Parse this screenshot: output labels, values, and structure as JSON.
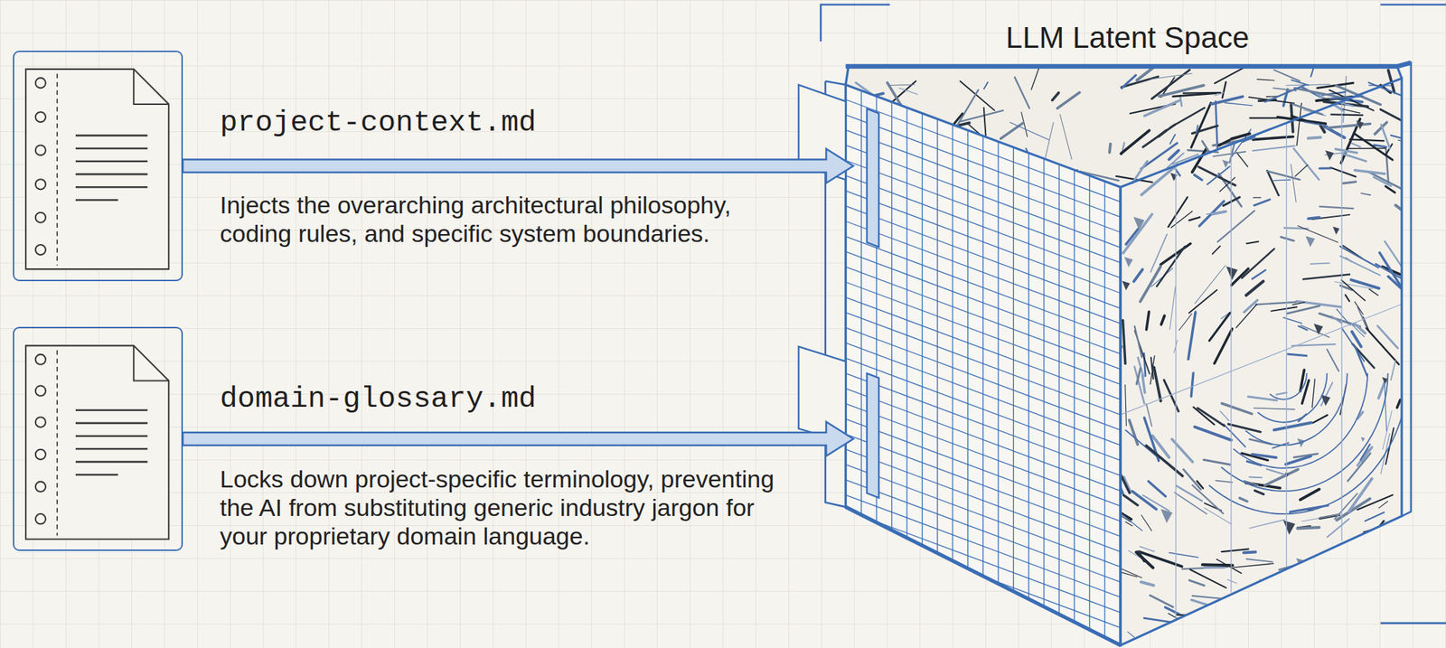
{
  "diagram": {
    "nodes": [
      {
        "text": [
          "project-context.md",
          "Injects the overarching architectural philosophy, coding rules, and specific system boundaries."
        ]
      },
      {
        "text": [
          "domain-glossary.md",
          "Locks down project-specific terminology, preventing the AI from substituting generic industry jargon for your proprietary domain language."
        ]
      },
      {
        "text": [
          "LLM Latent Space"
        ]
      }
    ],
    "edges": [
      {
        "from": 0,
        "to": 2,
        "arrow": "to"
      },
      {
        "from": 1,
        "to": 2,
        "arrow": "to"
      }
    ]
  }
}
